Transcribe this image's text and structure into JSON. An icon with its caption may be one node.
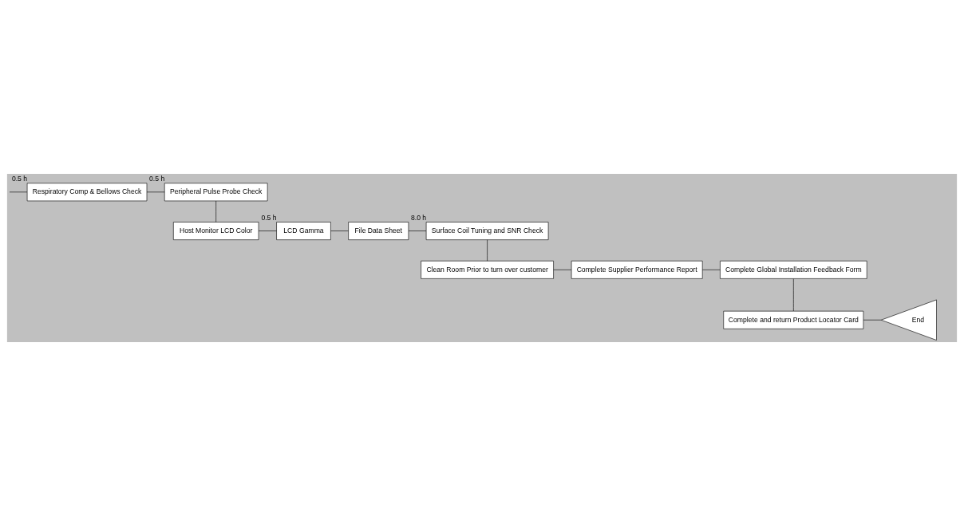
{
  "diagram": {
    "nodes": [
      {
        "text": [
          "Respiratory Comp & Bellows Check"
        ],
        "beside": [
          "0.5 h"
        ]
      },
      {
        "text": [
          "Peripheral Pulse Probe Check"
        ],
        "beside": [
          "0.5 h"
        ]
      },
      {
        "text": [
          "Host Monitor LCD Color"
        ]
      },
      {
        "text": [
          "LCD Gamma"
        ],
        "beside": [
          "0.5 h"
        ]
      },
      {
        "text": [
          "File Data Sheet"
        ]
      },
      {
        "text": [
          "Surface Coil Tuning and SNR Check"
        ],
        "beside": [
          "8.0 h"
        ]
      },
      {
        "text": [
          "Clean Room Prior to turn over customer"
        ]
      },
      {
        "text": [
          "Complete Supplier Performance Report"
        ]
      },
      {
        "text": [
          "Complete Global Installation Feedback Form"
        ]
      },
      {
        "text": [
          "Complete and return Product Locator Card"
        ]
      },
      {
        "text": [
          "End"
        ]
      }
    ],
    "edges": [
      {
        "from": null,
        "to": 0,
        "arrow": "none"
      },
      {
        "from": 0,
        "to": 1,
        "arrow": "none"
      },
      {
        "from": 1,
        "to": 2,
        "arrow": "none"
      },
      {
        "from": 2,
        "to": 3,
        "arrow": "none"
      },
      {
        "from": 3,
        "to": 4,
        "arrow": "none"
      },
      {
        "from": 4,
        "to": 5,
        "arrow": "none"
      },
      {
        "from": 5,
        "to": 6,
        "arrow": "none"
      },
      {
        "from": 6,
        "to": 7,
        "arrow": "none"
      },
      {
        "from": 7,
        "to": 8,
        "arrow": "none"
      },
      {
        "from": 8,
        "to": 9,
        "arrow": "none"
      },
      {
        "from": 9,
        "to": 10,
        "arrow": "none"
      }
    ]
  }
}
